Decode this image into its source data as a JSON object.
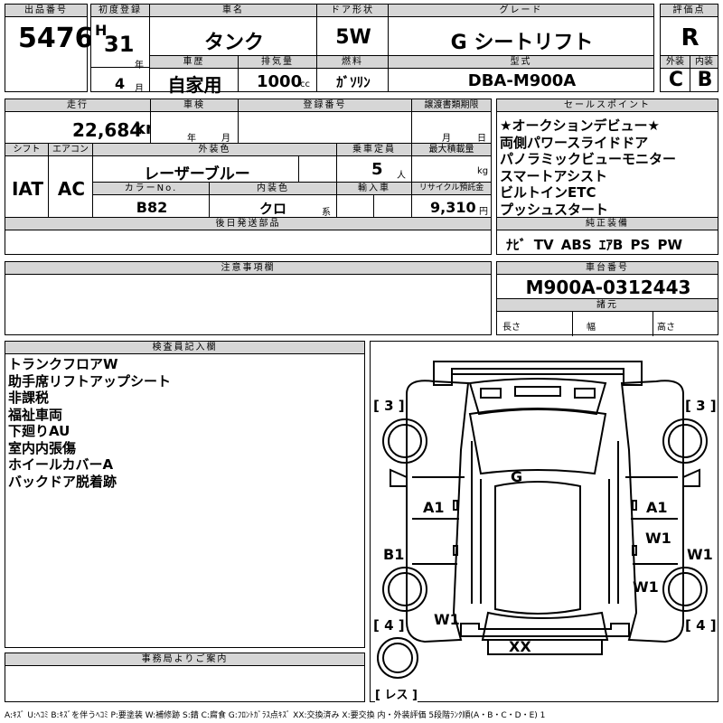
{
  "lot": {
    "label": "出品番号",
    "value": "5476"
  },
  "first_reg": {
    "label": "初度登録",
    "era": "H",
    "year": "31",
    "year_unit": "年",
    "month": "4",
    "month_unit": "月"
  },
  "car_name": {
    "label": "車名",
    "value": "タンク"
  },
  "door": {
    "label": "ドア形状",
    "value": "5W"
  },
  "grade": {
    "label": "グレード",
    "value": "G シートリフト"
  },
  "score": {
    "label": "評価点",
    "value": "R"
  },
  "history": {
    "label": "車歴",
    "value": "自家用"
  },
  "displacement": {
    "label": "排気量",
    "value": "1000",
    "unit": "cc"
  },
  "fuel": {
    "label": "燃料",
    "value": "ｶﾞｿﾘﾝ"
  },
  "model": {
    "label": "型式",
    "value": "DBA-M900A"
  },
  "exterior_grade": {
    "label": "外装",
    "value": "C"
  },
  "interior_grade": {
    "label": "内装",
    "value": "B"
  },
  "mileage": {
    "label": "走行",
    "value": "22,684",
    "unit": "km"
  },
  "inspection": {
    "label": "車検",
    "year_unit": "年",
    "month_unit": "月"
  },
  "reg_number": {
    "label": "登録番号"
  },
  "transfer_deadline": {
    "label": "譲渡書類期限",
    "month_unit": "月",
    "day_unit": "日"
  },
  "sales_points": {
    "label": "セールスポイント",
    "items": [
      "★オークションデビュー★",
      "両側パワースライドドア",
      "パノラミックビューモニター",
      "スマートアシスト",
      "ビルトインETC",
      "プッシュスタート"
    ]
  },
  "shift": {
    "label": "シフト",
    "value": "IAT"
  },
  "aircon": {
    "label": "エアコン",
    "value": "AC"
  },
  "ext_color": {
    "label": "外装色",
    "value": "レーザーブルー"
  },
  "capacity": {
    "label": "乗車定員",
    "value": "5",
    "unit": "人"
  },
  "max_load": {
    "label": "最大積載量",
    "unit": "kg"
  },
  "color_no": {
    "label": "カラーNo.",
    "value": "B82"
  },
  "int_color": {
    "label": "内装色",
    "value": "クロ",
    "unit": "系"
  },
  "import": {
    "label": "輸入車"
  },
  "recycle": {
    "label": "リサイクル預託金",
    "value": "9,310",
    "unit": "円"
  },
  "post_parts": {
    "label": "後日発送部品"
  },
  "equipment": {
    "label": "純正装備",
    "value": "ﾅﾋﾞ TV ABS ｴｱB PS PW"
  },
  "notes": {
    "label": "注意事項欄"
  },
  "chassis": {
    "label": "車台番号",
    "value": "M900A-0312443"
  },
  "specs": {
    "label": "諸元",
    "length": "長さ",
    "width": "幅",
    "height": "高さ"
  },
  "inspector": {
    "label": "検査員記入欄",
    "items": [
      "トランクフロアW",
      "助手席リフトアップシート",
      "非課税",
      "福祉車両",
      "下廻りAU",
      "室内内張傷",
      "ホイールカバーA",
      "バックドア脱着跡"
    ]
  },
  "office": {
    "label": "事務局よりご案内"
  },
  "diagram": {
    "tire_fl": "[ 3 ]",
    "tire_fr": "[ 3 ]",
    "tire_rl": "[ 4 ]",
    "tire_rr": "[ 4 ]",
    "spare": "[ レス ]",
    "g": "G",
    "a1_left": "A1",
    "a1_right": "A1",
    "b1": "B1",
    "w1_r1": "W1",
    "w1_rdoor": "W1",
    "w1_r2": "W1",
    "w1_left": "W1",
    "xx": "XX"
  },
  "legend": "A:ｷｽﾞ U:ﾍｺﾐ B:ｷｽﾞを伴うﾍｺﾐ P:要塗装 W:補修跡 S:錆 C:腐食 G:ﾌﾛﾝﾄｶﾞﾗｽ点ｷｽﾞ XX:交換済み X:要交換 内・外装評価 5段階ﾗﾝｸ順(A・B・C・D・E) 1"
}
